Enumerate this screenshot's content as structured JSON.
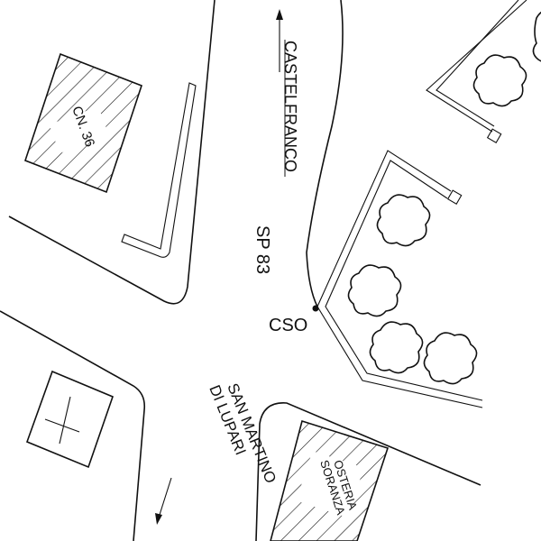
{
  "labels": {
    "north_road": "CASTELFRANCO",
    "road_number": "SP 83",
    "point": "CSO",
    "south_road_line1": "SAN MARTINO",
    "south_road_line2": "DI LUPARI",
    "building_1": "CN. 36",
    "building_2_line1": "OSTERIA",
    "building_2_line2": "SORANZA"
  },
  "colors": {
    "ink": "#111111",
    "background": "#ffffff"
  }
}
